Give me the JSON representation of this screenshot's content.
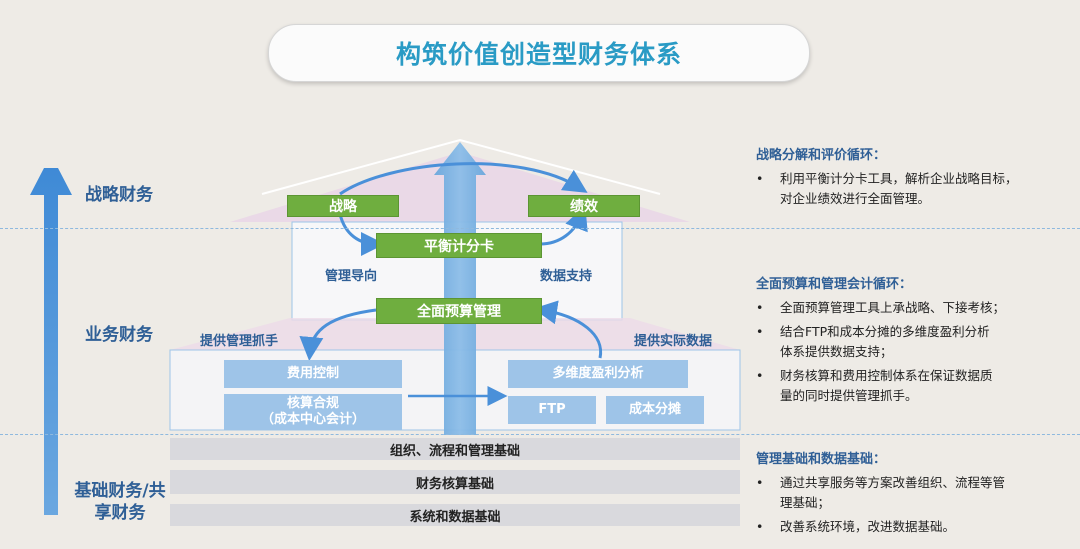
{
  "title": "构筑价值创造型财务体系",
  "levels": {
    "strategy": "战略财务",
    "business": "业务财务",
    "foundation_line1": "基础财务/共",
    "foundation_line2": "享财务"
  },
  "boxes": {
    "strategy": "战略",
    "performance": "绩效",
    "bsc": "平衡计分卡",
    "budget": "全面预算管理",
    "expense_control": "费用控制",
    "accounting_line1": "核算合规",
    "accounting_line2": "（成本中心会计）",
    "profit_analysis": "多维度盈利分析",
    "ftp": "FTP",
    "cost_allocation": "成本分摊"
  },
  "flow_labels": {
    "mgmt_guidance": "管理导向",
    "data_support": "数据支持",
    "provide_mgmt_lever": "提供管理抓手",
    "provide_actual_data": "提供实际数据"
  },
  "tiers": [
    "组织、流程和管理基础",
    "财务核算基础",
    "系统和数据基础"
  ],
  "right_panel": {
    "sec1": {
      "title": "战略分解和评价循环：",
      "bullets": [
        {
          "line1": "利用平衡计分卡工具，解析企业战略目标，",
          "line2": "对企业绩效进行全面管理。"
        }
      ]
    },
    "sec2": {
      "title": "全面预算和管理会计循环：",
      "bullets": [
        {
          "line1": "全面预算管理工具上承战略、下接考核；",
          "line2": ""
        },
        {
          "line1": "结合FTP和成本分摊的多维度盈利分析",
          "line2": "体系提供数据支持；"
        },
        {
          "line1": "财务核算和费用控制体系在保证数据质",
          "line2": "量的同时提供管理抓手。"
        }
      ]
    },
    "sec3": {
      "title": "管理基础和数据基础：",
      "bullets": [
        {
          "line1": "通过共享服务等方案改善组织、流程等管",
          "line2": "理基础；"
        },
        {
          "line1": "改善系统环境，改进数据基础。",
          "line2": ""
        }
      ]
    }
  },
  "colors": {
    "title": "#2a9bc5",
    "green_box": "#6fae3f",
    "blue_box": "#9ec4e8",
    "level_text": "#2f5f96",
    "arrow": "#4a90d9",
    "tier": "#d9d9dd"
  }
}
